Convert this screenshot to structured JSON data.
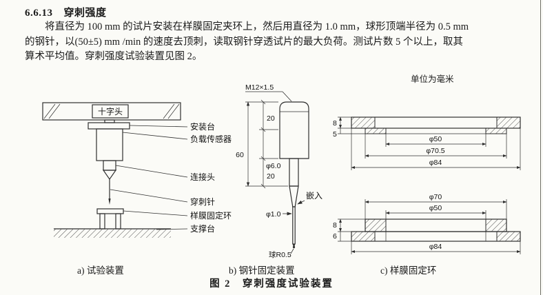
{
  "document": {
    "section_number": "6.6.13",
    "section_title": "穿刺强度",
    "body_lines": [
      "将直径为 100 mm 的试片安装在样膜固定夹环上，然后用直径为 1.0 mm，球形顶端半径为 0.5 mm",
      "的钢针，以(50±5) mm /min 的速度去顶刺，读取钢针穿透试片的最大负荷。测试片数 5 个以上，取其",
      "算术平均值。穿刺强度试验装置见图 2。"
    ]
  },
  "figure": {
    "unit_note": "单位为毫米",
    "caption": "图 2　穿刺强度试验装置",
    "sub_a": {
      "caption": "a) 试验装置",
      "labels": {
        "crosshead": "十字头",
        "mounting_table": "安装台",
        "load_sensor": "负载传感器",
        "connector": "连接头",
        "puncture_needle": "穿刺针",
        "film_fixing_ring": "样膜固定环",
        "support_table": "支撑台"
      }
    },
    "sub_b": {
      "caption": "b) 钢针固定装置",
      "thread_spec": "M12×1.5",
      "dim_top": "20",
      "dim_total": "60",
      "dim_bottom": "20",
      "shank_dia": "φ6.0",
      "embed_label": "嵌入",
      "needle_dia": "φ1.0",
      "tip_radius": "球R0.5"
    },
    "sub_c": {
      "caption": "c) 样膜固定环",
      "upper": {
        "thickness": "8",
        "step": "5",
        "inner_dia": "φ50",
        "mid_dia": "φ70.5",
        "outer_dia": "φ84"
      },
      "lower": {
        "boss_dia": "φ70",
        "inner_dia": "φ50",
        "boss_height": "8",
        "base_height": "6",
        "outer_dia": "φ84"
      }
    }
  }
}
